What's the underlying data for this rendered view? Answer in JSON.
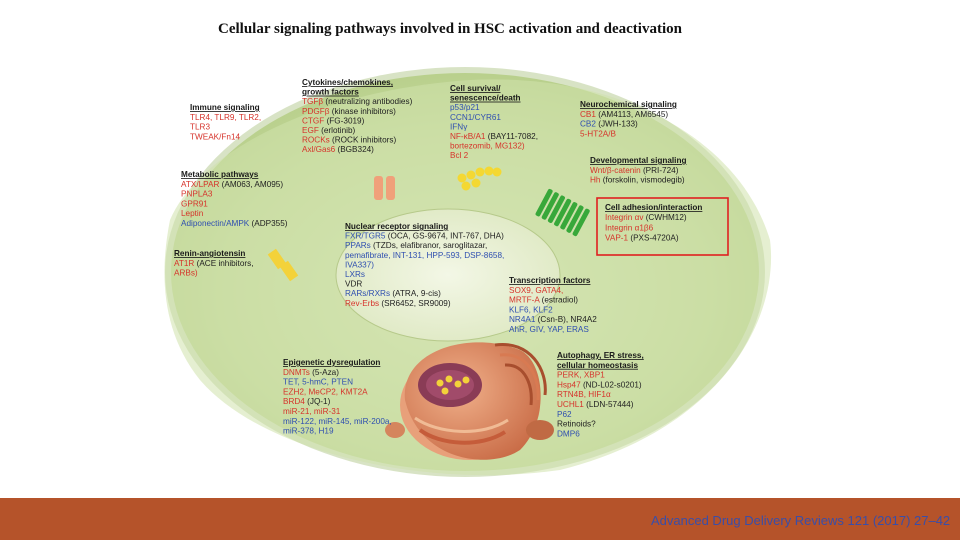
{
  "title": "Cellular signaling pathways involved in HSC activation and deactivation",
  "citation": "Advanced Drug Delivery Reviews 121 (2017) 27–42",
  "colors": {
    "red_text": "#d6332b",
    "blue_text": "#2f4fb0",
    "footer": "#b5532a",
    "cell_background": "#c8dda0",
    "nucleus": "#e8f0d2",
    "highlight_box": "#e02020"
  },
  "panels": {
    "immune": {
      "heading": "Immune signaling",
      "items": [
        {
          "text": "TLR4, TLR9, TLR2,",
          "color": "red"
        },
        {
          "text": "TLR3",
          "color": "red"
        },
        {
          "text": "TWEAK/Fn14",
          "color": "red"
        }
      ]
    },
    "cytokines": {
      "heading": [
        "Cytokines/chemokines,",
        "growth factors"
      ],
      "items": [
        {
          "a": "TGFβ",
          "b": " (neutralizing antibodies)"
        },
        {
          "a": "PDGFβ",
          "b": " (kinase inhibitors)"
        },
        {
          "a": "CTGF",
          "b": " (FG-3019)"
        },
        {
          "a": "EGF",
          "b": " (erlotinib)"
        },
        {
          "a": "ROCKs",
          "b": " (ROCK inhibitors)"
        },
        {
          "a": "Axl/Gas6",
          "b": " (BGB324)"
        }
      ]
    },
    "survival": {
      "heading": [
        "Cell survival/",
        "senescence/death"
      ],
      "items": [
        {
          "a": "p53/p21",
          "b": "",
          "ca": "blue"
        },
        {
          "a": "CCN1/CYR61",
          "b": "",
          "ca": "blue"
        },
        {
          "a": "IFNγ",
          "b": "",
          "ca": "blue"
        },
        {
          "a": "NF-κB/A1",
          "b": " (BAY11-7082,",
          "ca": "red"
        },
        {
          "a": "",
          "b": "bortezomib, MG132)",
          "ca": "red"
        },
        {
          "a": "Bcl 2",
          "b": "",
          "ca": "red"
        }
      ]
    },
    "neurochemical": {
      "heading": "Neurochemical signaling",
      "items": [
        {
          "a": "CB1",
          "b": " (AM4113, AM6545)",
          "ca": "red"
        },
        {
          "a": "CB2",
          "b": " (JWH-133)",
          "ca": "blue"
        },
        {
          "a": "5-HT2A/B",
          "b": "",
          "ca": "red"
        }
      ]
    },
    "developmental": {
      "heading": "Developmental signaling",
      "items": [
        {
          "a": "Wnt/β-catenin",
          "b": " (PRI-724)",
          "ca": "red"
        },
        {
          "a": "Hh",
          "b": " (forskolin, vismodegib)",
          "ca": "red"
        }
      ]
    },
    "adhesion": {
      "heading": "Cell adhesion/interaction",
      "items": [
        {
          "a": "Integrin αv",
          "b": " (CWHM12)",
          "ca": "red"
        },
        {
          "a": "Integrin α1β6",
          "b": "",
          "ca": "red"
        },
        {
          "a": "VAP-1",
          "b": " (PXS-4720A)",
          "ca": "red"
        }
      ]
    },
    "metabolic": {
      "heading": "Metabolic pathways",
      "items": [
        {
          "a": "ATX/LPAR",
          "b": " (AM063, AM095)",
          "ca": "red"
        },
        {
          "a": "PNPLA3",
          "b": "",
          "ca": "red"
        },
        {
          "a": "GPR91",
          "b": "",
          "ca": "red"
        },
        {
          "a": "Leptin",
          "b": "",
          "ca": "red"
        },
        {
          "a": "Adiponectin/AMPK",
          "b": " (ADP355)",
          "ca": "blue"
        }
      ]
    },
    "renin": {
      "heading": "Renin-angiotensin",
      "items": [
        {
          "a": "AT1R",
          "b": " (ACE inhibitors,",
          "ca": "red"
        },
        {
          "a": "",
          "b": "ARBs)",
          "ca": "red"
        }
      ]
    },
    "nuclear": {
      "heading": "Nuclear receptor signaling",
      "items": [
        {
          "a": "FXR/TGR5",
          "b": " (OCA, GS-9674, INT-767, DHA)",
          "ca": "blue"
        },
        {
          "a": "PPARs",
          "b": " (TZDs, elafibranor, saroglitazar,",
          "ca": "blue"
        },
        {
          "a": "",
          "b": "pemafibrate, INT-131, HPP-593, DSP-8658,",
          "ca": "blue"
        },
        {
          "a": "",
          "b": "IVA337)",
          "ca": "blue"
        },
        {
          "a": "LXRs",
          "b": "",
          "ca": "blue"
        },
        {
          "a": "VDR",
          "b": "",
          "ca": "dark"
        },
        {
          "a": "RARs/RXRs",
          "b": " (ATRA, 9-cis)",
          "ca": "blue"
        },
        {
          "a": "Rev-Erbs",
          "b": " (SR6452, SR9009)",
          "ca": "red"
        }
      ]
    },
    "transcription": {
      "heading": "Transcription factors",
      "items": [
        {
          "a": "SOX9, GATA4,",
          "b": "",
          "ca": "red"
        },
        {
          "a": "MRTF-A",
          "b": " (estradiol)",
          "ca": "red"
        },
        {
          "a": "KLF6, KLF2",
          "b": "",
          "ca": "blue"
        },
        {
          "a": "NR4A1",
          "b": " (Csn-B), NR4A2",
          "ca": "blue"
        },
        {
          "a": "AhR, GIV, YAP, ERAS",
          "b": "",
          "ca": "blue"
        }
      ]
    },
    "epigenetic": {
      "heading": "Epigenetic dysregulation",
      "items": [
        {
          "a": "DNMTs",
          "b": " (5-Aza)",
          "ca": "red"
        },
        {
          "a": "TET, 5-hmC, PTEN",
          "b": "",
          "ca": "blue"
        },
        {
          "a": "EZH2, MeCP2, KMT2A",
          "b": "",
          "ca": "red"
        },
        {
          "a": "BRD4",
          "b": " (JQ-1)",
          "ca": "red"
        },
        {
          "a": "miR-21, miR-31",
          "b": "",
          "ca": "red"
        },
        {
          "a": "miR-122, miR-145, miR-200a,",
          "b": "",
          "ca": "blue"
        },
        {
          "a": "miR-378, H19",
          "b": "",
          "ca": "blue"
        }
      ]
    },
    "autophagy": {
      "heading": [
        "Autophagy, ER stress,",
        "cellular homeostasis"
      ],
      "items": [
        {
          "a": "PERK, XBP1",
          "b": "",
          "ca": "red"
        },
        {
          "a": "Hsp47",
          "b": " (ND-L02-s0201)",
          "ca": "red"
        },
        {
          "a": "RTN4B, HIF1α",
          "b": "",
          "ca": "red"
        },
        {
          "a": "UCHL1",
          "b": " (LDN-57444)",
          "ca": "red"
        },
        {
          "a": "P62",
          "b": "",
          "ca": "blue"
        },
        {
          "a": "",
          "b": "Retinoids?",
          "ca": "dark"
        },
        {
          "a": "DMP6",
          "b": "",
          "ca": "blue"
        }
      ]
    }
  }
}
